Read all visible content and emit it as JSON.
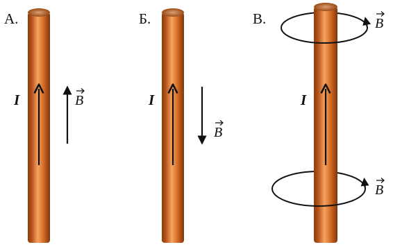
{
  "panels": [
    {
      "label": "А.",
      "current": "I",
      "field": "B",
      "field_direction": "up"
    },
    {
      "label": "Б.",
      "current": "I",
      "field": "B",
      "field_direction": "down"
    },
    {
      "label": "В.",
      "current": "I",
      "field_top": "B",
      "field_bottom": "B",
      "field_direction": "circular"
    }
  ],
  "colors": {
    "wire_dark": "#8a3d0f",
    "wire_mid": "#c9631f",
    "wire_light": "#f4a361",
    "ink": "#111111"
  },
  "icons": {
    "vector_arrow": "right-arrow-accent",
    "current_arrow": "up-arrow-icon"
  }
}
